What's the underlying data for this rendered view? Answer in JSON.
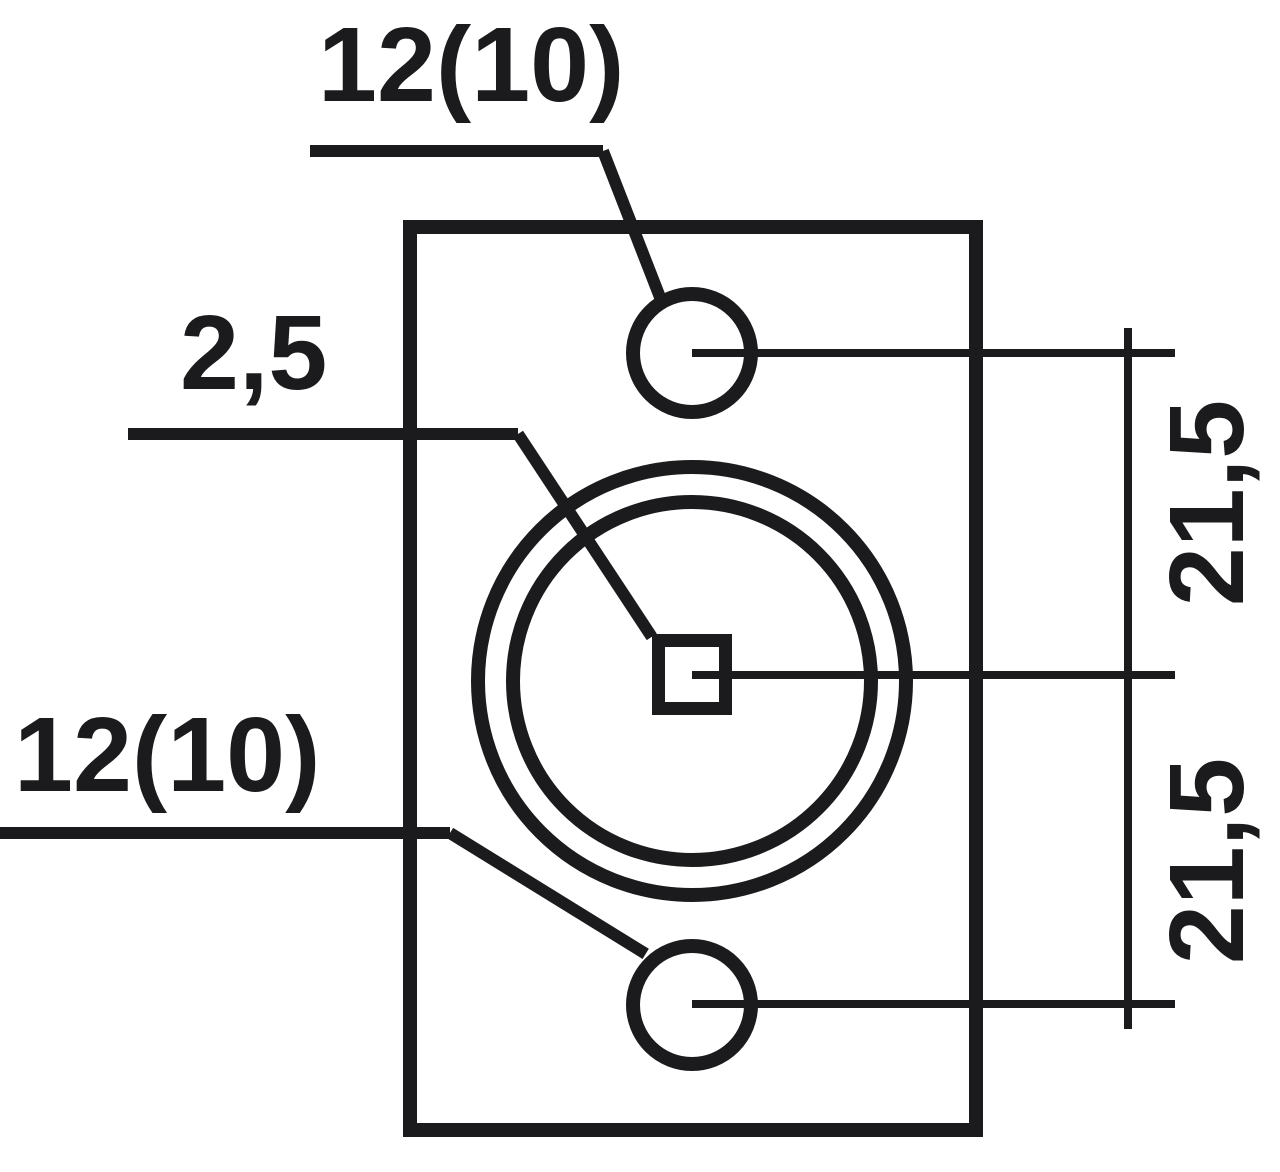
{
  "drawing": {
    "type": "technical-dimension-drawing",
    "labels": {
      "top_hole_diameter": "12(10)",
      "center_aperture_size": "2,5",
      "bottom_hole_diameter": "12(10)",
      "spacing_upper": "21,5",
      "spacing_lower": "21,5"
    },
    "colors": {
      "line": "#1b1b1d",
      "background": "#ffffff"
    }
  }
}
